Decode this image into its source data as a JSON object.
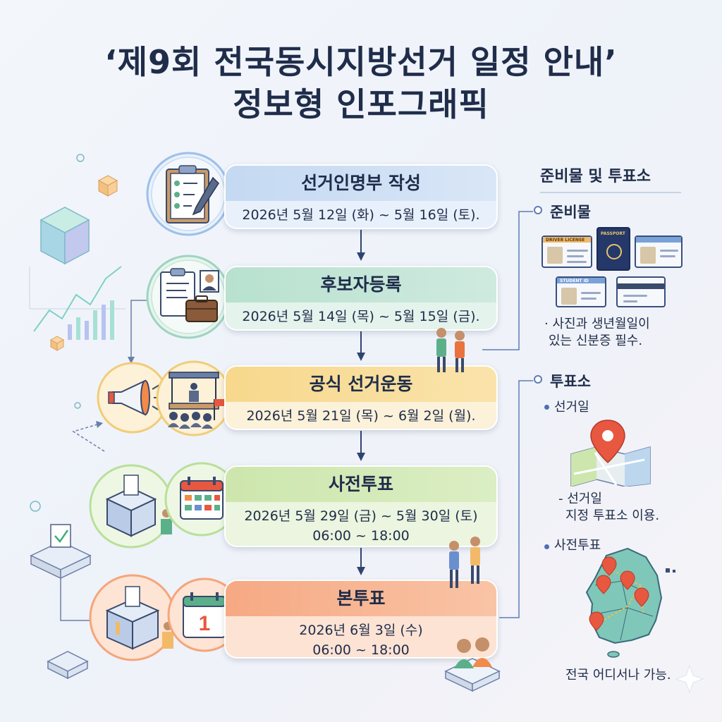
{
  "title": {
    "line1": "‘제9회 전국동시지방선거 일정 안내’",
    "line2": "정보형 인포그래픽"
  },
  "steps": [
    {
      "name": "선거인명부 작성",
      "lines": [
        "2026년 5월 12일 (화) ~ 5월 16일 (토)."
      ],
      "color": "#c4d9f2"
    },
    {
      "name": "후보자등록",
      "lines": [
        "2026년 5월 14일 (목) ~ 5월 15일 (금)."
      ],
      "color": "#b8e1cf"
    },
    {
      "name": "공식 선거운동",
      "lines": [
        "2026년 5월 21일 (목) ~ 6월 2일 (월)."
      ],
      "color": "#f7d88c"
    },
    {
      "name": "사전투표",
      "lines": [
        "2026년 5월 29일 (금) ~ 5월 30일 (토)",
        "06:00 ~ 18:00"
      ],
      "color": "#cde6ad"
    },
    {
      "name": "본투표",
      "lines": [
        "2026년 6월 3일 (수)",
        "06:00 ~ 18:00"
      ],
      "color": "#f6a983"
    }
  ],
  "sidebar": {
    "heading": "준비물 및 투표소",
    "items_label": "준비물",
    "id_cards": {
      "driver_license": "DRIVER LICENSE",
      "passport": "PASSPORT",
      "student_id": "STUDENT ID"
    },
    "items_note": [
      "· 사진과 생년월일이",
      "있는 신분증 필수."
    ],
    "polling_label": "투표소",
    "election_day_label": "선거일",
    "election_day_note": [
      "- 선거일",
      "지정 투표소 이용."
    ],
    "early_voting_label": "사전투표",
    "early_voting_note": "전국 어디서나 가능."
  },
  "icons": {
    "step1": "clipboard-pen-icon",
    "step2": "candidate-briefcase-icon",
    "step3a": "megaphone-icon",
    "step3b": "rally-stage-icon",
    "step4a": "ballot-box-icon",
    "step4b": "calendar-icon",
    "step5a": "ballot-box-icon",
    "step5b": "calendar-day-icon",
    "calendar_day": "1"
  },
  "colors": {
    "title": "#1f2d4a",
    "connector": "#2f4470",
    "accent_blue": "#4d6fb3",
    "pin_red": "#e8573f"
  }
}
